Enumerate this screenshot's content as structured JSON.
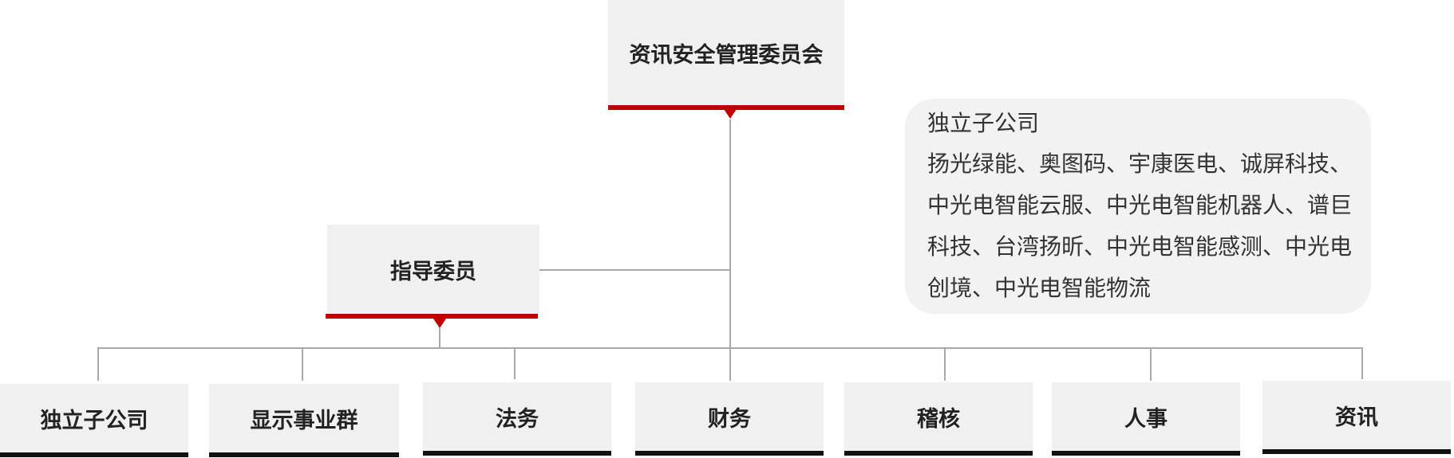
{
  "top_committee": {
    "label": "资讯安全管理委员会"
  },
  "guidance": {
    "label": "指导委员"
  },
  "subsidiaries_note": {
    "title": "独立子公司",
    "body": "扬光绿能、奥图码、宇康医电、诚屏科技、中光电智能云服、中光电智能机器人、谱巨科技、台湾扬昕、中光电智能感测、中光电创境、中光电智能物流"
  },
  "departments": [
    {
      "label": "独立子公司"
    },
    {
      "label": "显示事业群"
    },
    {
      "label": "法务"
    },
    {
      "label": "财务"
    },
    {
      "label": "稽核"
    },
    {
      "label": "人事"
    },
    {
      "label": "资讯"
    }
  ],
  "colors": {
    "accent_red": "#c00000",
    "box_bg": "#f0f0f0",
    "connector": "#a9a9a9",
    "bar_black": "#111111"
  }
}
